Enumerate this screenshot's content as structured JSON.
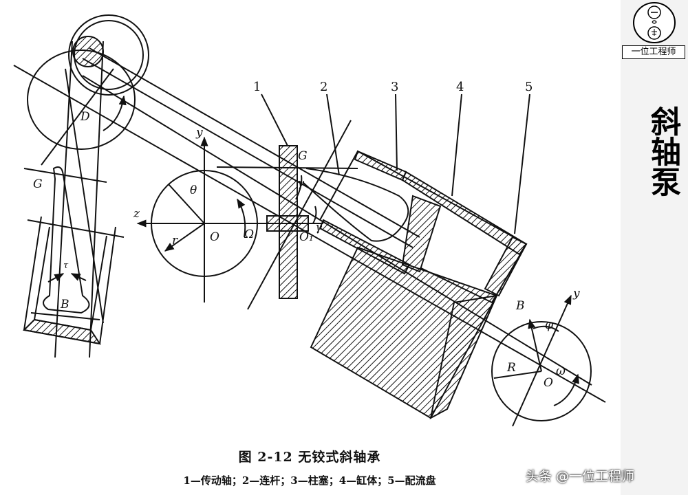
{
  "figure": {
    "title": "图 2-12    无铰式斜轴承",
    "legend": "1—传动轴；2—连杆；3—柱塞；4—缸体；5—配流盘"
  },
  "sidebar": {
    "logo_caption": "一位工程师",
    "title": "斜轴泵"
  },
  "watermark": "头条 @一位工程师",
  "labels": {
    "num1": "1",
    "num2": "2",
    "num3": "3",
    "num4": "4",
    "num5": "5",
    "G_left": "G",
    "D": "D",
    "B_left": "B",
    "tau": "τ",
    "y_left": "y",
    "z": "z",
    "theta": "θ",
    "O_left": "O",
    "r": "r",
    "Omega": "Ω",
    "G_mid": "G",
    "gamma_top": "γ",
    "O1": "O₁",
    "gamma_mid": "γ",
    "y_right": "y",
    "B_right": "B",
    "phi": "φ",
    "R": "R",
    "O_right": "O",
    "omega": "ω"
  },
  "colors": {
    "ink": "#111111",
    "sidebar_bg": "#f3f3f3"
  }
}
